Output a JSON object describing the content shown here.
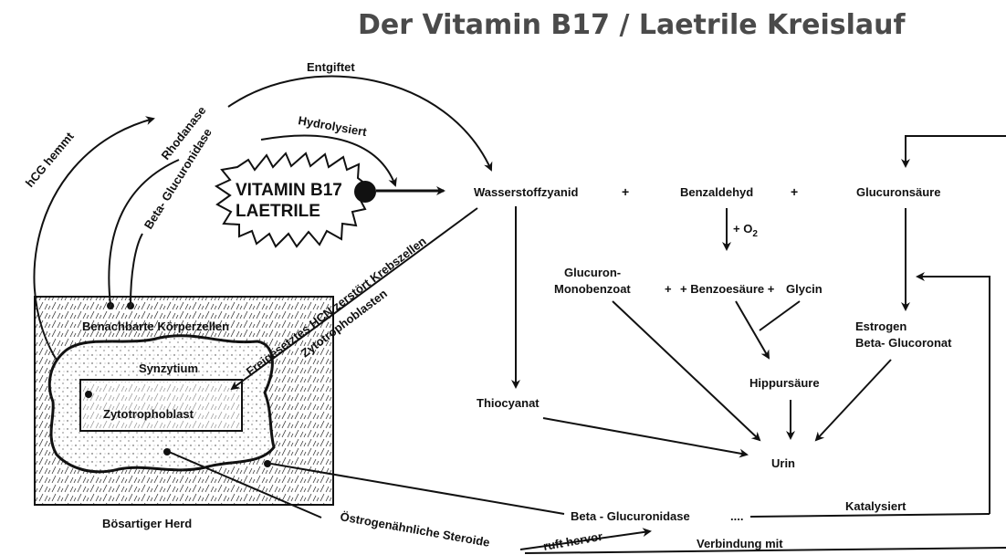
{
  "title": "Der Vitamin B17 / Laetrile Kreislauf",
  "labels": {
    "entgiftet": "Entgiftet",
    "rhodanase": "Rhodanase",
    "hydrolysiert": "Hydrolysiert",
    "hcg_hemmt": "hCG hemmt",
    "beta_glucuronidase_top": "Beta- Glucuronidase",
    "vitamin_b17": "VITAMIN B17",
    "laetrile": "LAETRILE",
    "wasserstoffzyanid": "Wasserstoffzyanid",
    "plus": "+",
    "benzaldehyd": "Benzaldehyd",
    "glucuronsaeure": "Glucuronsäure",
    "o2": "+ O",
    "o2_sub": "2",
    "glucuron": "Glucuron-",
    "monobenzoat": "Monobenzoat",
    "benzoesaeure": "+ Benzoesäure +",
    "glycin": "Glycin",
    "estrogen": "Estrogen",
    "beta_glucoronat": "Beta- Glucoronat",
    "hippursaeure": "Hippursäure",
    "thiocyanat": "Thiocyanat",
    "urin": "Urin",
    "freigesetztes": "Freigesetztes HCN zerstört Krebszellen",
    "zytotrophoblasten": "Zytotrophoblasten",
    "benachbarte": "Benachbarte Körperzellen",
    "synzytium": "Synzytium",
    "zytotrophoblast": "Zytotrophoblast",
    "boesartiger_herd": "Bösartiger Herd",
    "oestrogenaehnliche": "Östrogenähnliche Steroide",
    "ruft_hervor": "ruft hervor",
    "beta_glucuronidase_bottom": "Beta - Glucuronidase",
    "dots": "....",
    "katalysiert": "Katalysiert",
    "verbindung_mit": "Verbindung mit"
  },
  "colors": {
    "title": "#4a4a4a",
    "ink": "#111111",
    "background": "#ffffff"
  }
}
